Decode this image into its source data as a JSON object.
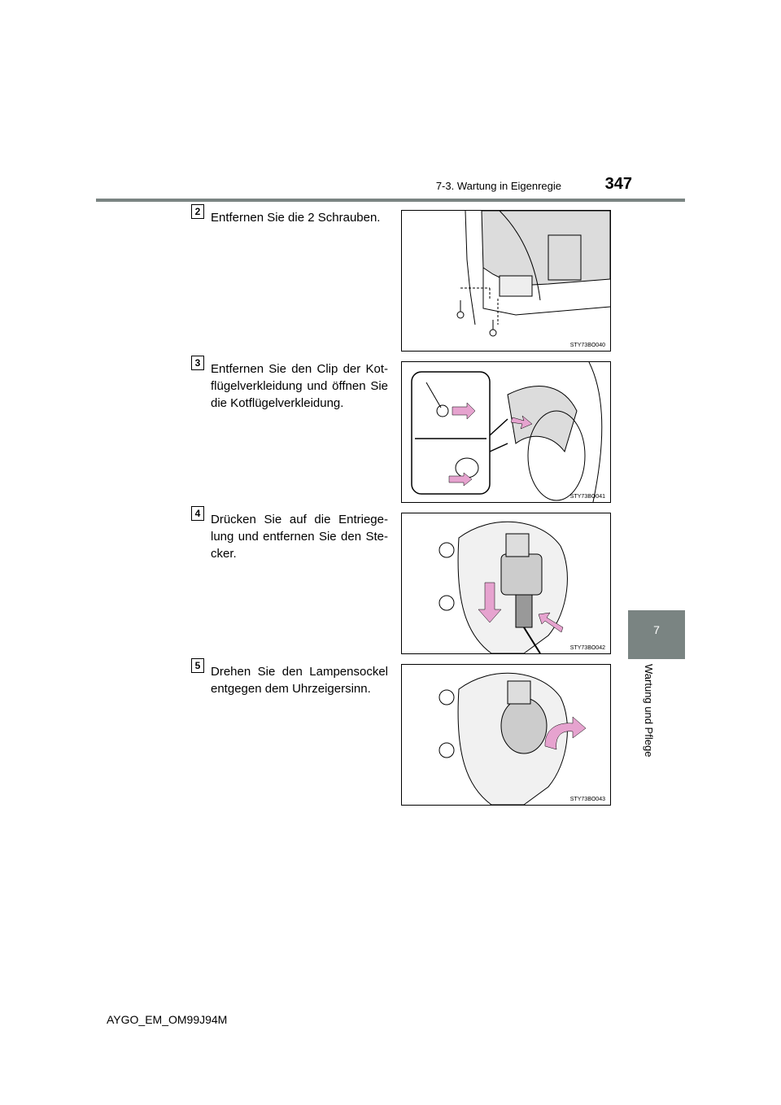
{
  "header": {
    "section": "7-3. Wartung in Eigenregie",
    "page": "347"
  },
  "chapter_tab": {
    "number": "7",
    "title": "Wartung und Pflege"
  },
  "steps": [
    {
      "number": "2",
      "text": "Entfernen Sie die 2 Schrauben.",
      "figure_code": "STY73BO040"
    },
    {
      "number": "3",
      "text": "Entfernen Sie den Clip der Kot­flügelverkleidung und öffnen Sie die Kotflügelverkleidung.",
      "figure_code": "STY73BO041"
    },
    {
      "number": "4",
      "text": "Drücken Sie auf die Entriege­lung und entfernen Sie den Ste­cker.",
      "figure_code": "STY73BO042"
    },
    {
      "number": "5",
      "text": "Drehen Sie den Lampensockel entgegen dem Uhrzeigersinn.",
      "figure_code": "STY73BO043"
    }
  ],
  "footer": {
    "code": "AYGO_EM_OM99J94M"
  },
  "colors": {
    "rule": "#7a8482",
    "arrow": "#e6a3cf"
  }
}
